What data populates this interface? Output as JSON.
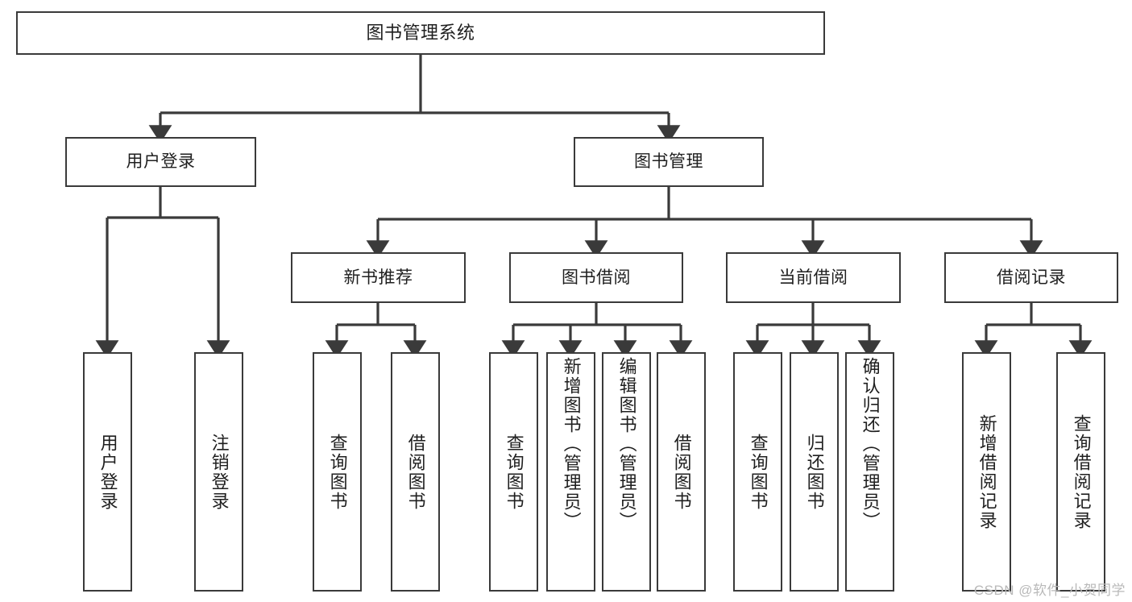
{
  "diagram": {
    "title": "图书管理系统",
    "type": "hierarchy-tree",
    "line_color": "#3a3a3a",
    "box_fill": "#ffffff",
    "text_color": "#1f1f1f",
    "watermark": "CSDN @软件_小贺同学",
    "levels": {
      "level1": [
        {
          "id": "root",
          "label": "图书管理系统"
        }
      ],
      "level2": [
        {
          "id": "user-login",
          "label": "用户登录",
          "parent": "root"
        },
        {
          "id": "book-management",
          "label": "图书管理",
          "parent": "root"
        }
      ],
      "level3": [
        {
          "id": "new-book-recommend",
          "label": "新书推荐",
          "parent": "book-management"
        },
        {
          "id": "book-borrow",
          "label": "图书借阅",
          "parent": "book-management"
        },
        {
          "id": "current-borrow",
          "label": "当前借阅",
          "parent": "book-management"
        },
        {
          "id": "borrow-record",
          "label": "借阅记录",
          "parent": "book-management"
        }
      ],
      "leaves": [
        {
          "id": "leaf-user-login",
          "label": "用户登录",
          "parent": "user-login"
        },
        {
          "id": "leaf-logout-login",
          "label": "注销登录",
          "parent": "user-login"
        },
        {
          "id": "leaf-query-book-1",
          "label": "查询图书",
          "parent": "new-book-recommend"
        },
        {
          "id": "leaf-borrow-book-1",
          "label": "借阅图书",
          "parent": "new-book-recommend"
        },
        {
          "id": "leaf-query-book-2",
          "label": "查询图书",
          "parent": "book-borrow"
        },
        {
          "id": "leaf-add-book",
          "label": "新增图书（管理员）",
          "parent": "book-borrow"
        },
        {
          "id": "leaf-edit-book",
          "label": "编辑图书（管理员）",
          "parent": "book-borrow"
        },
        {
          "id": "leaf-borrow-book-2",
          "label": "借阅图书",
          "parent": "book-borrow"
        },
        {
          "id": "leaf-query-book-3",
          "label": "查询图书",
          "parent": "current-borrow"
        },
        {
          "id": "leaf-return-book",
          "label": "归还图书",
          "parent": "current-borrow"
        },
        {
          "id": "leaf-confirm-return",
          "label": "确认归还（管理员）",
          "parent": "current-borrow"
        },
        {
          "id": "leaf-add-record",
          "label": "新增借阅记录",
          "parent": "borrow-record"
        },
        {
          "id": "leaf-query-record",
          "label": "查询借阅记录",
          "parent": "borrow-record"
        }
      ]
    }
  }
}
